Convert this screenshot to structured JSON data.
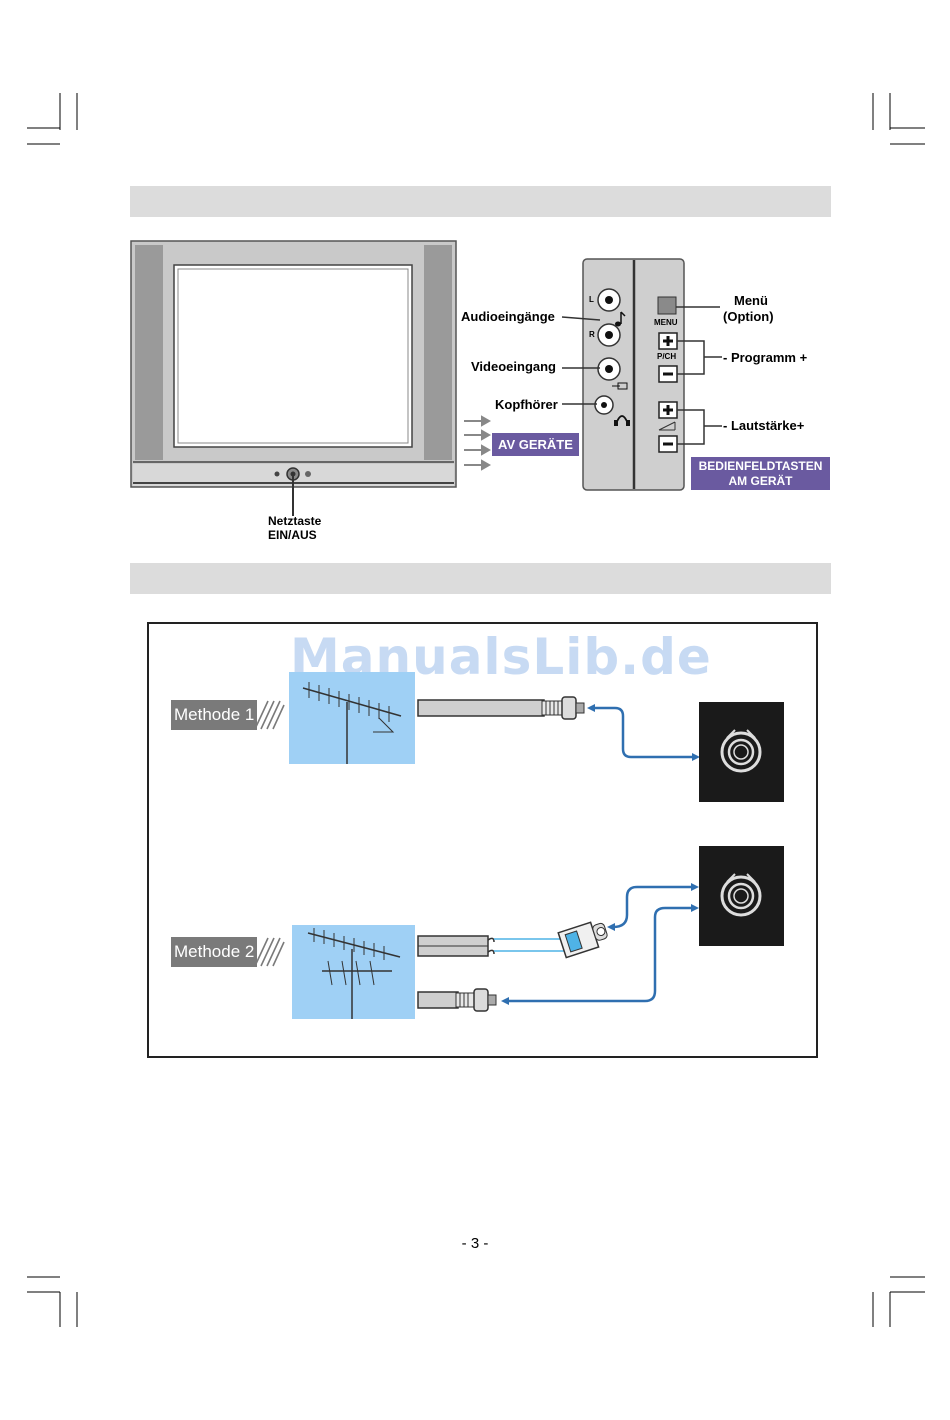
{
  "watermark": "ManualsLib.de",
  "tv_panel": {
    "audio_inputs_label": "Audioeingänge",
    "video_input_label": "Videoeingang",
    "headphone_label": "Kopfhörer",
    "av_devices_tag": "AV GERÄTE",
    "jack_left": "L",
    "jack_right": "R",
    "menu_key_caption": "MENU",
    "pch_key_caption": "P/CH",
    "menu_label_line1": "Menü",
    "menu_label_line2": "(Option)",
    "program_label": "- Programm +",
    "volume_label": "- Lautstärke+",
    "panel_keys_tag_line1": "BEDIENFELDTASTEN",
    "panel_keys_tag_line2": "AM GERÄT",
    "power_label_line1": "Netztaste",
    "power_label_line2": "EIN/AUS"
  },
  "antenna": {
    "method1_label": "Methode 1",
    "method2_label": "Methode 2"
  },
  "page_number": "- 3 -",
  "colors": {
    "tag_purple": "#6a5aa0",
    "cable_blue": "#2f6fb0",
    "sky_blue": "#9fd0f5",
    "section_bar": "#dcdcdc"
  }
}
